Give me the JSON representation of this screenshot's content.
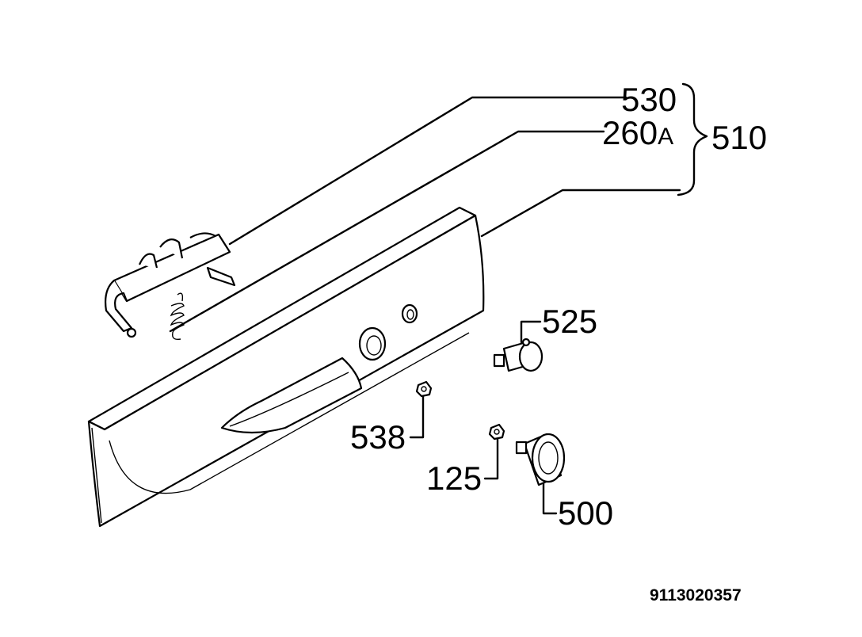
{
  "labels": {
    "part_530": "530",
    "part_260": "260",
    "part_260_suffix": "A",
    "part_510": "510",
    "part_525": "525",
    "part_538": "538",
    "part_125": "125",
    "part_500": "500"
  },
  "document_number": "9113020357"
}
